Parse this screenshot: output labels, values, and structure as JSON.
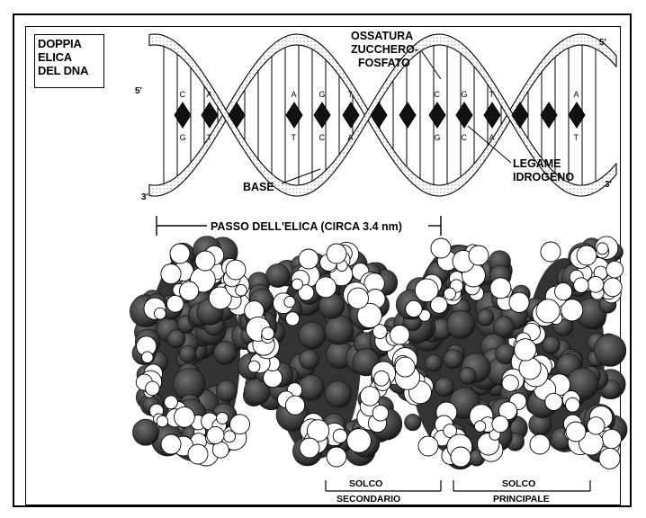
{
  "title": [
    "DOPPIA",
    "ELICA",
    "DEL DNA"
  ],
  "labels": {
    "backbone": [
      "OSSATURA",
      "ZUCCHERO-",
      "FOSFATO"
    ],
    "base": "BASE",
    "hydrogen_bond": [
      "LEGAME",
      "IDROGENO"
    ],
    "pitch": "PASSO DELL'ELICA (CIRCA 3.4 nm)",
    "minor_groove": [
      "SOLCO",
      "SECONDARIO"
    ],
    "major_groove": [
      "SOLCO",
      "PRINCIPALE"
    ],
    "end_5_left": "5'",
    "end_3_left": "3'",
    "end_5_right": "5'",
    "end_3_right": "3'"
  },
  "base_pairs": [
    {
      "top": "C",
      "bottom": "G"
    },
    {
      "top": "A",
      "bottom": "T"
    },
    {
      "top": "A",
      "bottom": "T"
    },
    {
      "top": "G",
      "bottom": "C"
    },
    {
      "top": "T",
      "bottom": "A"
    },
    {
      "top": "C",
      "bottom": "G"
    },
    {
      "top": "G",
      "bottom": "C"
    },
    {
      "top": "T",
      "bottom": "A"
    },
    {
      "top": "A",
      "bottom": "T"
    }
  ]
}
